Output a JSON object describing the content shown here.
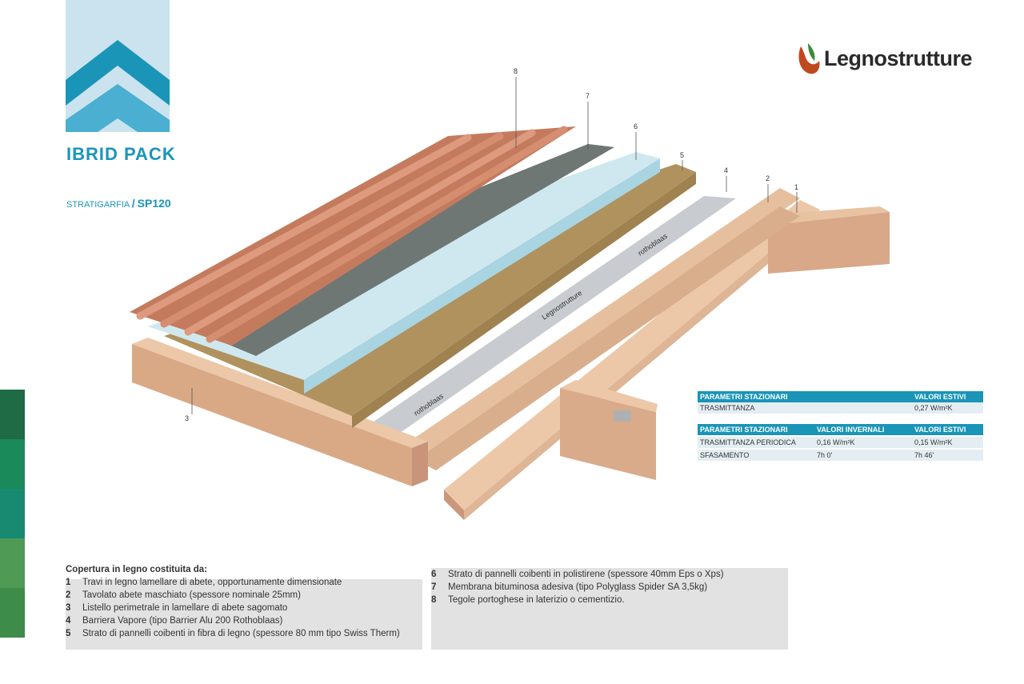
{
  "header": {
    "title": "IBRID PACK",
    "subtitle_prefix": "STRATIGARFIA",
    "subtitle_sep": "/",
    "subtitle_code": "SP120"
  },
  "brand": {
    "name": "Legnostrutture"
  },
  "colors": {
    "accent": "#1a95b8",
    "strip": [
      "#1e6b45",
      "#1a8a5a",
      "#198a72",
      "#4f9a55",
      "#3d8c4a"
    ]
  },
  "callouts": [
    "1",
    "2",
    "3",
    "4",
    "5",
    "6",
    "7",
    "8"
  ],
  "membrane_prints": [
    "rothoblaas",
    "Legnostrutture",
    "rothoblaas"
  ],
  "params": {
    "table1": {
      "headers": [
        "PARAMETRI STAZIONARI",
        "VALORI ESTIVI"
      ],
      "rows": [
        [
          "TRASMITTANZA",
          "0,27 W/m²K"
        ]
      ]
    },
    "table2": {
      "headers": [
        "PARAMETRI STAZIONARI",
        "VALORI INVERNALI",
        "VALORI ESTIVI"
      ],
      "rows": [
        [
          "TRASMITTANZA PERIODICA",
          "0,16 W/m²K",
          "0,15 W/m²K"
        ],
        [
          "SFASAMENTO",
          "7h 0'",
          "7h 46'"
        ]
      ]
    }
  },
  "description": {
    "heading": "Copertura in legno costituita da:",
    "items_left": [
      {
        "num": "1",
        "text": "Travi in legno lamellare di abete, opportunamente dimensionate"
      },
      {
        "num": "2",
        "text": "Tavolato abete maschiato (spessore nominale 25mm)"
      },
      {
        "num": "3",
        "text": "Listello perimetrale in lamellare di abete sagomato"
      },
      {
        "num": "4",
        "text": "Barriera Vapore (tipo Barrier Alu 200 Rothoblaas)"
      },
      {
        "num": "5",
        "text": "Strato di pannelli coibenti in fibra di legno (spessore 80 mm tipo Swiss Therm)"
      }
    ],
    "items_right": [
      {
        "num": "6",
        "text": "Strato di pannelli coibenti in polistirene (spessore 40mm Eps o Xps)"
      },
      {
        "num": "7",
        "text": "Membrana bituminosa adesiva (tipo Polyglass Spider SA 3,5kg)"
      },
      {
        "num": "8",
        "text": "Tegole portoghese in laterizio o cementizio."
      }
    ]
  }
}
